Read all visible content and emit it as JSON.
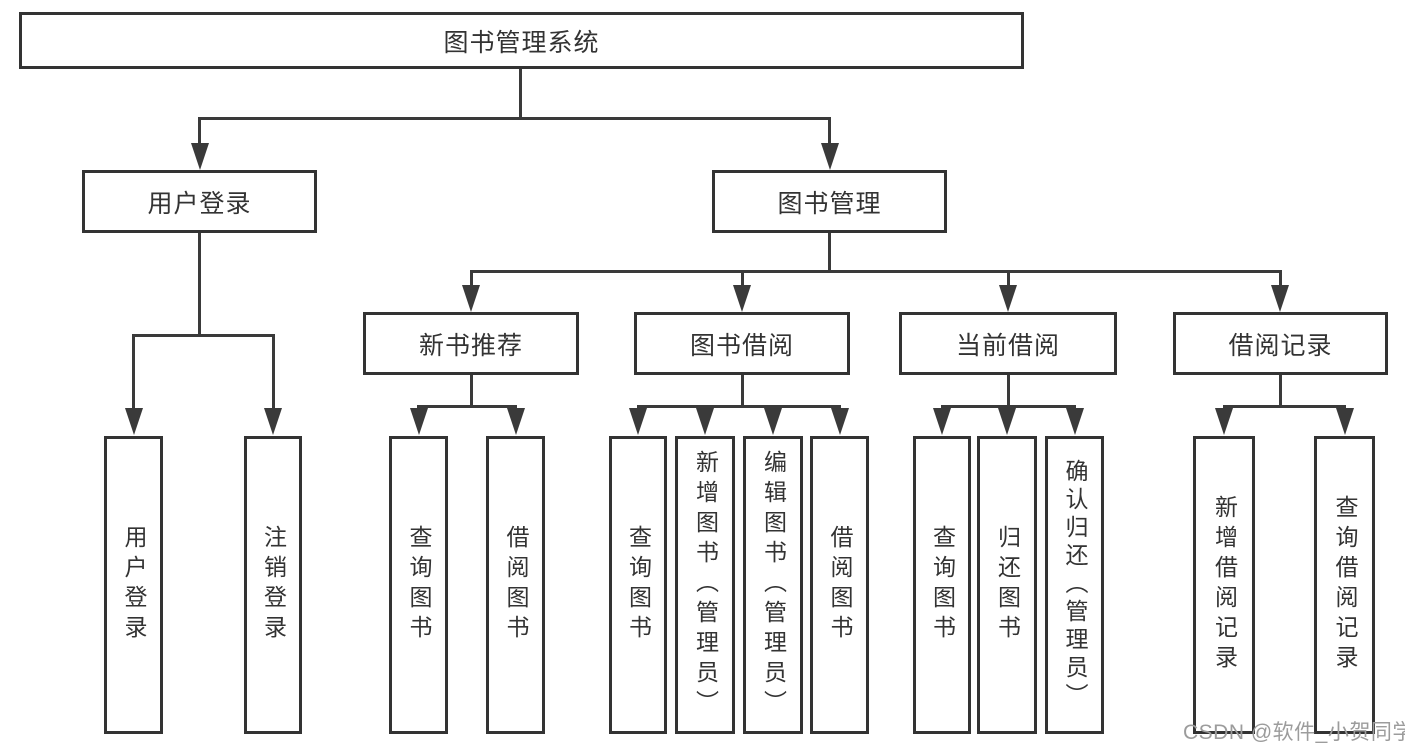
{
  "colors": {
    "background": "#ffffff",
    "box_border": "#333333",
    "line": "#3a3a3a",
    "text": "#333333",
    "watermark": "#9c9c9c"
  },
  "nodes": {
    "root": "图书管理系统",
    "user_login": "用户登录",
    "book_management": "图书管理",
    "new_book_recommend": "新书推荐",
    "book_borrow": "图书借阅",
    "current_borrow": "当前借阅",
    "borrow_record": "借阅记录",
    "leaf_user_login": "用户登录",
    "leaf_logout_login": "注销登录",
    "leaf_nbr_query_book": "查询图书",
    "leaf_nbr_borrow_book": "借阅图书",
    "leaf_bb_query_book": "查询图书",
    "leaf_bb_add_book": "新增图书（管理员）",
    "leaf_bb_edit_book": "编辑图书（管理员）",
    "leaf_bb_borrow_book": "借阅图书",
    "leaf_cb_query_book": "查询图书",
    "leaf_cb_return_book": "归还图书",
    "leaf_cb_confirm_return": "确认归还（管理员）",
    "leaf_br_add_record": "新增借阅记录",
    "leaf_br_query_record": "查询借阅记录"
  },
  "watermark": {
    "text": "CSDN @软件_小贺同学"
  }
}
